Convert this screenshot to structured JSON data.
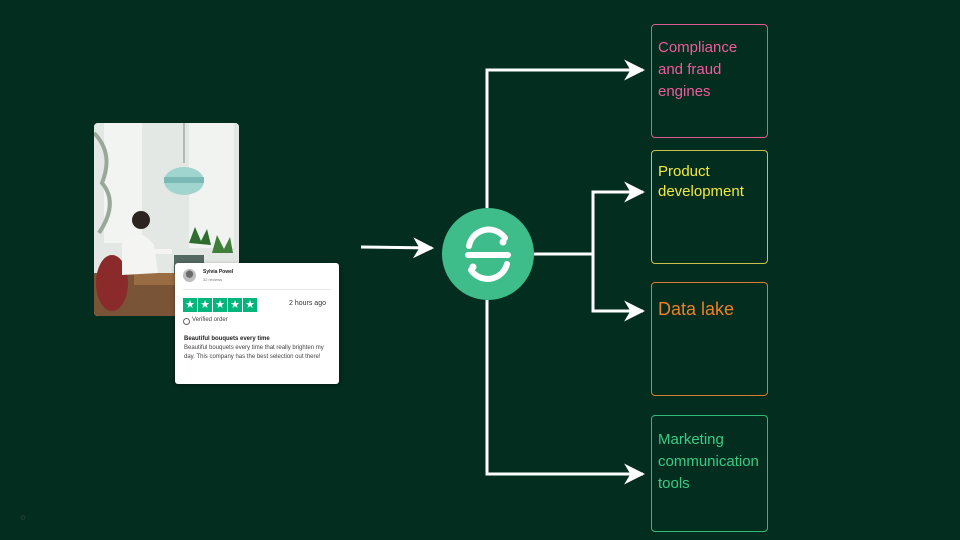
{
  "review": {
    "name": "Sylvia Powel",
    "reviews_count": "32 reviews",
    "time": "2 hours ago",
    "verified": "Verified order",
    "title": "Beautiful bouquets every time",
    "body": "Beautiful bouquets every time that really brighten my day. This company has the best selection out there!",
    "stars": 5
  },
  "destinations": {
    "compliance": "Compliance and fraud engines",
    "product": "Product development",
    "data_lake": "Data lake",
    "marketing": "Marketing communication tools"
  },
  "colors": {
    "background": "#032d1e",
    "hub": "#3ebd8a",
    "compliance": "#ee5c9c",
    "product": "#f3ea3e",
    "data_lake": "#f07f26",
    "marketing": "#39cc85",
    "star": "#00b67a"
  },
  "icons": {
    "hub": "segment-logo-icon",
    "stars": "star-icon",
    "verified": "check-circle-icon"
  }
}
